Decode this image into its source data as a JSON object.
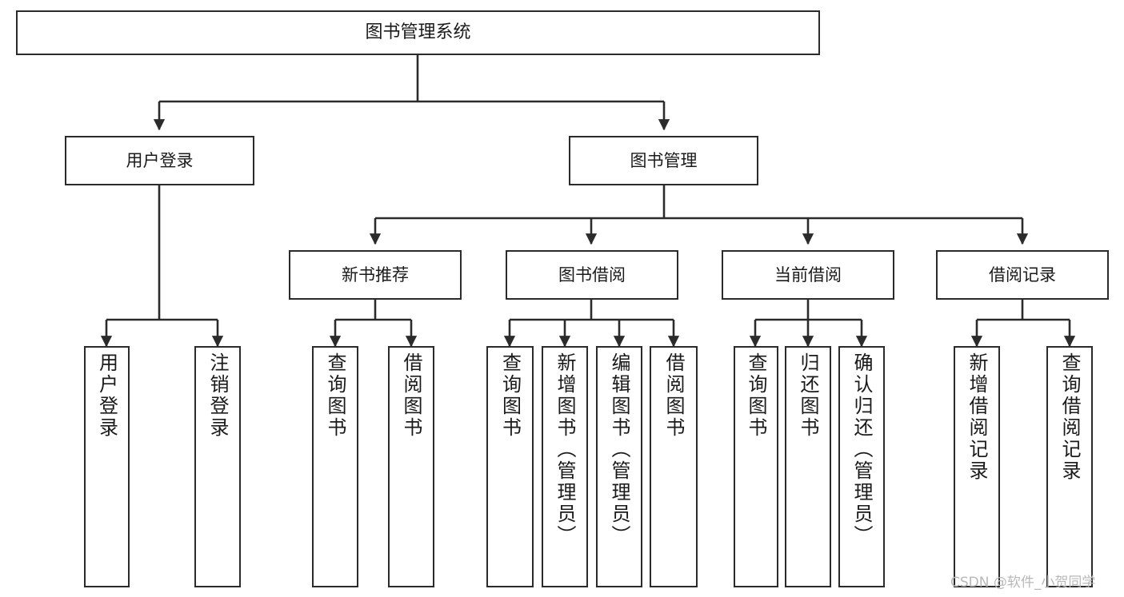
{
  "diagram": {
    "title": "图书管理系统",
    "type": "hierarchy-tree",
    "watermark": "CSDN @软件_小贺同学",
    "colors": {
      "box_border": "#2b2b2b",
      "box_fill": "#ffffff",
      "edge": "#2b2b2b",
      "text": "#1a1a1a",
      "watermark": "#b8b8b8"
    },
    "nodes": {
      "root": {
        "label": "图书管理系统"
      },
      "level2": [
        {
          "label": "用户登录"
        },
        {
          "label": "图书管理"
        }
      ],
      "level3": [
        {
          "label": "新书推荐"
        },
        {
          "label": "图书借阅"
        },
        {
          "label": "当前借阅"
        },
        {
          "label": "借阅记录"
        }
      ],
      "leaves": {
        "user_login": [
          {
            "label": "用户登录"
          },
          {
            "label": "注销登录"
          }
        ],
        "new_book_recommend": [
          {
            "label": "查询图书"
          },
          {
            "label": "借阅图书"
          }
        ],
        "book_borrow": [
          {
            "label": "查询图书"
          },
          {
            "label": "新增图书（管理员）"
          },
          {
            "label": "编辑图书（管理员）"
          },
          {
            "label": "借阅图书"
          }
        ],
        "current_borrow": [
          {
            "label": "查询图书"
          },
          {
            "label": "归还图书"
          },
          {
            "label": "确认归还（管理员）"
          }
        ],
        "borrow_record": [
          {
            "label": "新增借阅记录"
          },
          {
            "label": "查询借阅记录"
          }
        ]
      }
    }
  }
}
